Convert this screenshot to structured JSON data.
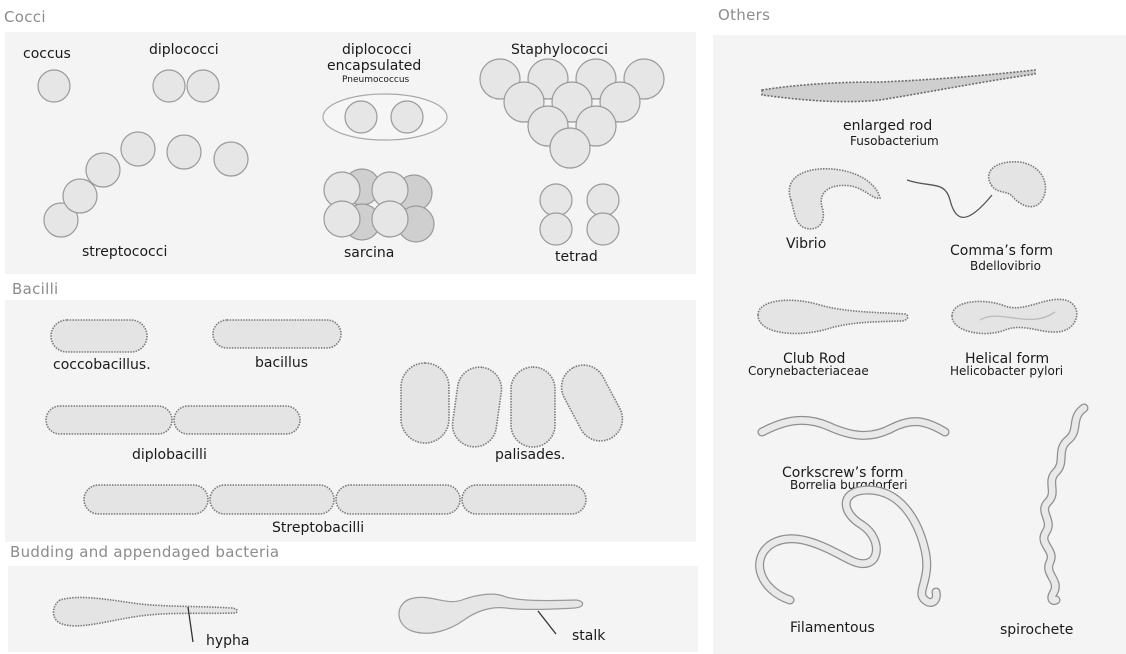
{
  "sections": {
    "cocci": "Cocci",
    "others": "Others",
    "bacilli": "Bacilli",
    "budding": "Budding and appendaged bacteria"
  },
  "cocci": {
    "coccus": "coccus",
    "diplococci": "diplococci",
    "diplococci_encapsulated_1": "diplococci",
    "diplococci_encapsulated_2": "encapsulated",
    "pneumococcus": "Pneumococcus",
    "staphylococci": "Staphylococci",
    "streptococci": "streptococci",
    "sarcina": "sarcina",
    "tetrad": "tetrad"
  },
  "bacilli": {
    "coccobacillus": "coccobacillus.",
    "bacillus": "bacillus",
    "diplobacilli": "diplobacilli",
    "palisades": "palisades.",
    "streptobacilli": "Streptobacilli"
  },
  "budding": {
    "hypha": "hypha",
    "stalk": "stalk"
  },
  "others": {
    "enlarged_rod": "enlarged rod",
    "fusobacterium": "Fusobacterium",
    "vibrio": "Vibrio",
    "commas_form": "Comma’s form",
    "bdellovibrio": "Bdellovibrio",
    "club_rod": "Club Rod",
    "corynebacteriaceae": "Corynebacteriaceae",
    "helical_form": "Helical form",
    "helicobacter": "Helicobacter pylori",
    "corkscrew": "Corkscrew’s form",
    "borrelia": "Borrelia burgdorferi",
    "filamentous": "Filamentous",
    "spirochete": "spirochete"
  }
}
